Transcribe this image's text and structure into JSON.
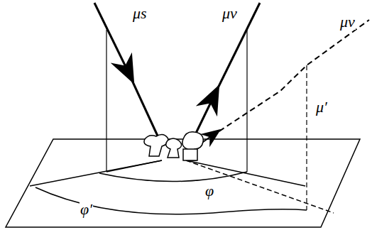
{
  "diagram": {
    "labels": [
      "μs",
      "μv",
      "μv",
      "μ′",
      "φ",
      "φ′"
    ]
  }
}
